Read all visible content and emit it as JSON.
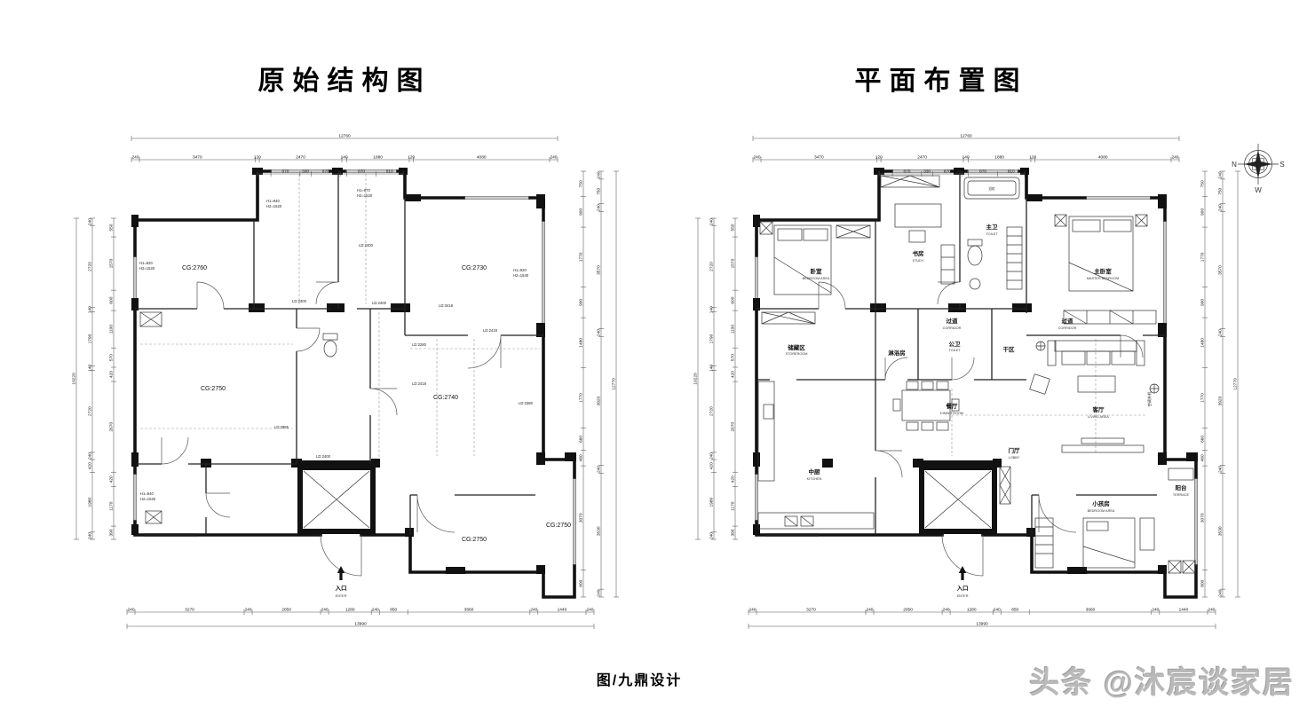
{
  "page": {
    "left_title": "原始结构图",
    "right_title": "平面布置图",
    "caption": "图/九鼎设计",
    "watermark": "头条 @沐宸谈家居"
  },
  "compass": {
    "n": "N",
    "s": "S",
    "w": "W"
  },
  "dims": {
    "top_total": "12760",
    "top_row": [
      "240",
      "3470",
      "120",
      "2470",
      "140",
      "1880",
      "120",
      "4080",
      "240"
    ],
    "top_sub": [
      "400",
      "870",
      "330",
      "870",
      "200",
      "870",
      "810"
    ],
    "bottom_row": [
      "240",
      "3270",
      "240",
      "2050",
      "240",
      "1280",
      "240",
      "850",
      "3660",
      "240",
      "1440",
      "240"
    ],
    "bottom_total": "13990",
    "left_outer": [
      "240",
      "2720",
      "140",
      "1790",
      "140",
      "2720",
      "240",
      "420",
      "1980",
      "240"
    ],
    "left_outer_total": "10220",
    "left_inner": [
      "550",
      "1570",
      "600",
      "1100",
      "570",
      "420",
      "2670",
      "420",
      "1170",
      "390"
    ],
    "right_inner": [
      "750",
      "900",
      "1770",
      "900",
      "1480",
      "1770",
      "660",
      "460",
      "3070",
      "800"
    ],
    "right_outer": [
      "240",
      "750",
      "240",
      "3570",
      "240",
      "3920",
      "240",
      "3530",
      "240"
    ],
    "right_total": "12770"
  },
  "left": {
    "rooms": [
      "CG:2760",
      "CG:2730",
      "CG:2750",
      "CG:2740",
      "CG:2750",
      "CG:2750"
    ],
    "win_notes": [
      [
        "H1=920",
        "H2=1520"
      ],
      [
        "H1=940",
        "H2=1520"
      ],
      [
        "H1=970",
        "H2=1520"
      ],
      [
        "H1=920",
        "H2=1540"
      ],
      [
        "H1=940",
        "H2=1520"
      ]
    ],
    "ld": [
      "LD:2400",
      "LD:2400",
      "LD:2400",
      "LD:2985",
      "LD:3418",
      "LD:2280",
      "LD:2418",
      "LD:2418",
      "LD:2400",
      "LD:2380"
    ],
    "entry_zh": "入口",
    "entry_en": "ENTER"
  },
  "right": {
    "bedroom_zh": "卧室",
    "bedroom_en": "BEDROOM AREA",
    "study_zh": "书房",
    "study_en": "STUDY",
    "masterbath_zh": "主卫",
    "masterbath_en": "TOILET",
    "bathtub": "浴缸",
    "master_zh": "主卧室",
    "master_en": "MASTER BEDROOM",
    "corridor1_zh": "过道",
    "corridor1_en": "CORRIDOR",
    "corridor2_zh": "过道",
    "corridor2_en": "CORRIDOR",
    "shower": "淋浴房",
    "toilet_zh": "公卫",
    "toilet_en": "TOILET",
    "dry": "干区",
    "store_zh": "储藏区",
    "store_en": "STOREROOM",
    "dining_zh": "餐厅",
    "dining_en": "DINING ROOM",
    "living_zh": "客厅",
    "living_en": "LIVING AREA",
    "kitchen_zh": "中厨",
    "kitchen_en": "KITCHEN",
    "lobby_zh": "门厅",
    "lobby_en": "LOBBY",
    "kids_zh": "小孩房",
    "kids_en": "BEDROOM AREA",
    "terrace_zh": "阳台",
    "terrace_en": "TERRACE",
    "ac": "空调外机",
    "entry_zh": "入口",
    "entry_en": "ENTER"
  }
}
